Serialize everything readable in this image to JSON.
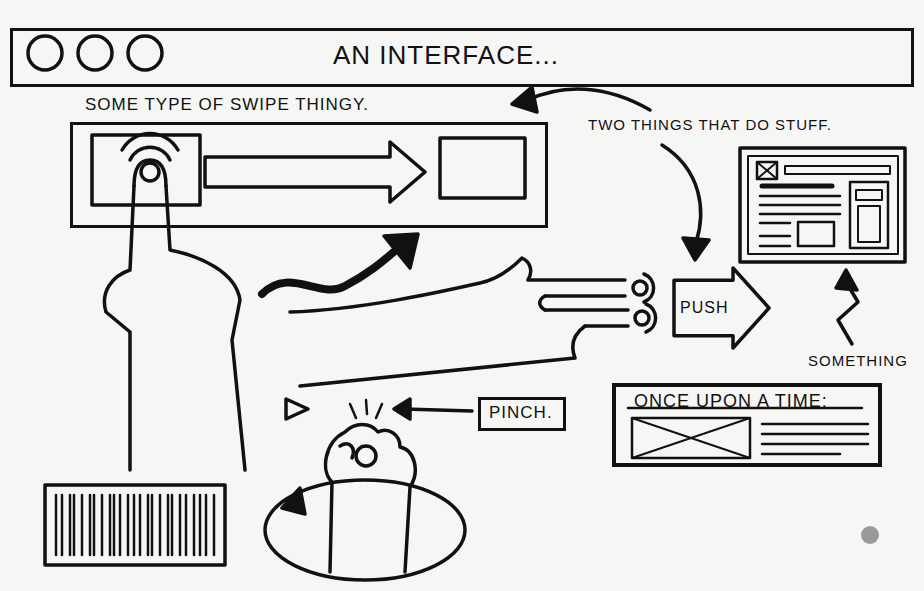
{
  "diagram": {
    "nodes": [
      {
        "text": [
          "AN INTERFACE..."
        ]
      },
      {
        "text": [
          "SOME TYPE OF SWIPE THINGY."
        ]
      },
      {
        "text": [
          "PUSH"
        ]
      },
      {
        "text": [
          "PINCH."
        ]
      },
      {
        "text": [
          "ONCE UPON A TIME:"
        ]
      }
    ],
    "labels": [
      "TWO THINGS THAT DO STUFF.",
      "SOMETHING"
    ]
  }
}
